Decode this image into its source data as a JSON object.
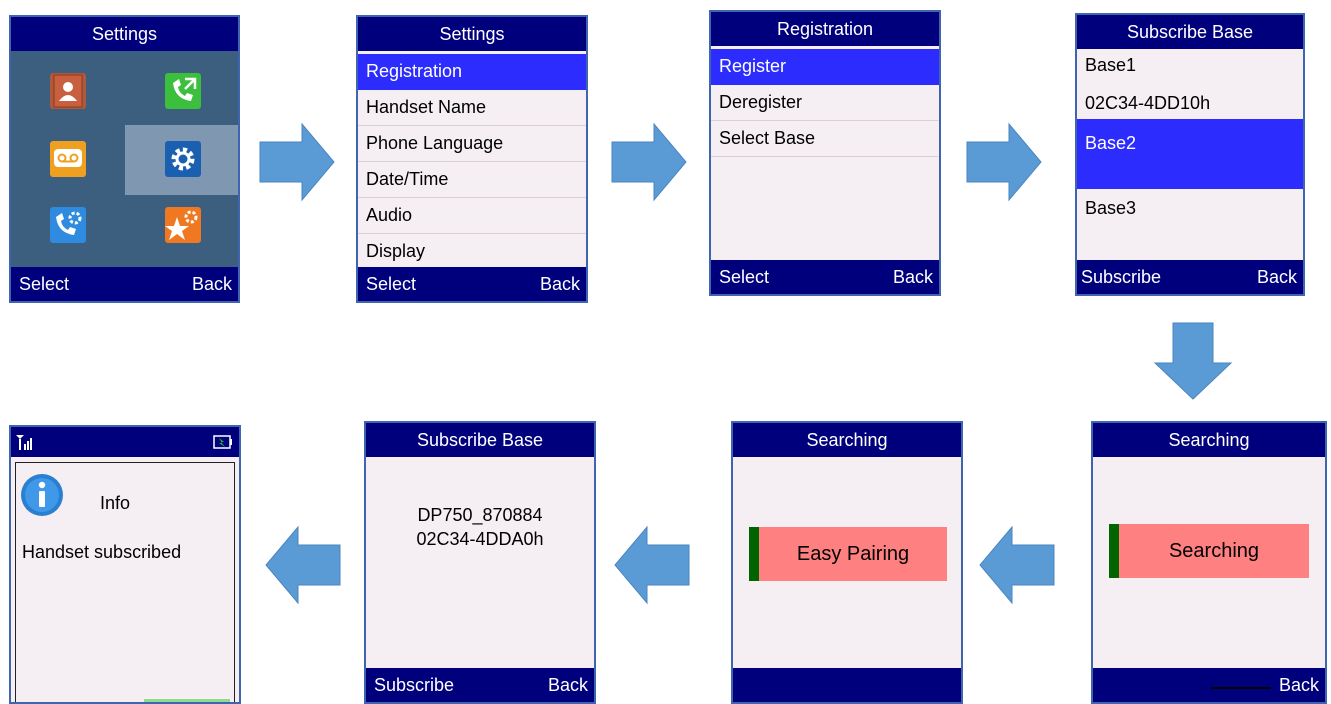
{
  "screens": {
    "s1": {
      "title": "Settings",
      "softkey_left": "Select",
      "softkey_right": "Back",
      "icons": [
        "contacts-icon",
        "call-history-icon",
        "voicemail-icon",
        "settings-icon",
        "call-settings-icon",
        "advanced-settings-icon"
      ]
    },
    "s2": {
      "title": "Settings",
      "items": [
        "Registration",
        "Handset Name",
        "Phone Language",
        "Date/Time",
        "Audio",
        "Display"
      ],
      "softkey_left": "Select",
      "softkey_right": "Back"
    },
    "s3": {
      "title": "Registration",
      "items": [
        "Register",
        "Deregister",
        "Select Base"
      ],
      "softkey_left": "Select",
      "softkey_right": "Back"
    },
    "s4": {
      "title": "Subscribe Base",
      "base1": "Base1",
      "base1_id": "02C34-4DD10h",
      "base2": "Base2",
      "base3": "Base3",
      "softkey_left": "Subscribe",
      "softkey_right": "Back"
    },
    "s5": {
      "title": "Searching",
      "status": "Searching",
      "softkey_right": "Back"
    },
    "s6": {
      "title": "Searching",
      "status": "Easy Pairing"
    },
    "s7": {
      "title": "Subscribe Base",
      "base_name": "DP750_870884",
      "base_id": "02C34-4DDA0h",
      "softkey_left": "Subscribe",
      "softkey_right": "Back"
    },
    "s8": {
      "info_title": "Info",
      "message": "Handset subscribed"
    }
  },
  "colors": {
    "title_bar": "#00007d",
    "selection": "#2c2cff",
    "progress_fill": "#ff8080",
    "progress_accent": "#006400",
    "arrow": "#5b9bd5"
  }
}
